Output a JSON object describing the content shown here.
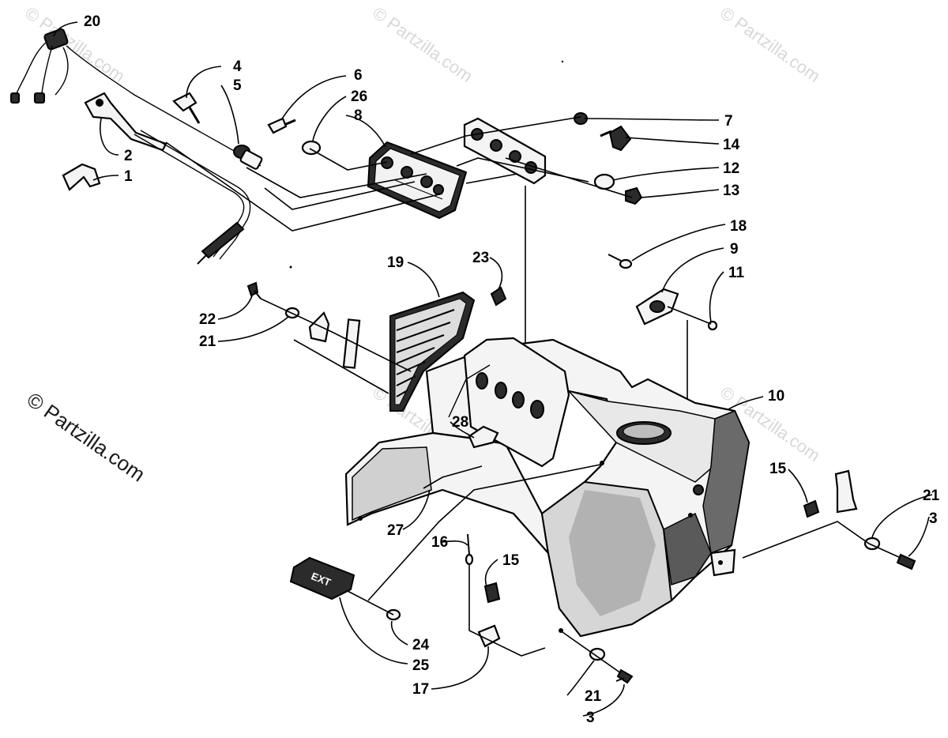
{
  "watermarks": {
    "top_left": "© Partzilla.com",
    "top_center": "© Partzilla.com",
    "top_right": "© Partzilla.com",
    "center": "© Partzilla.com",
    "right_middle": "© Partzilla.com",
    "side": "© Partzilla.com"
  },
  "callouts": {
    "c20": "20",
    "c4": "4",
    "c5": "5",
    "c6": "6",
    "c26": "26",
    "c8": "8",
    "c7": "7",
    "c14": "14",
    "c12": "12",
    "c13": "13",
    "c2": "2",
    "c1": "1",
    "c18": "18",
    "c9": "9",
    "c11": "11",
    "c23": "23",
    "c19": "19",
    "c22": "22",
    "c21a": "21",
    "c10": "10",
    "c28": "28",
    "c15a": "15",
    "c21b": "21",
    "c3a": "3",
    "c27": "27",
    "c16": "16",
    "c15b": "15",
    "c24": "24",
    "c25": "25",
    "c17": "17",
    "c21c": "21",
    "c3b": "3"
  },
  "badge_text": "EXT"
}
